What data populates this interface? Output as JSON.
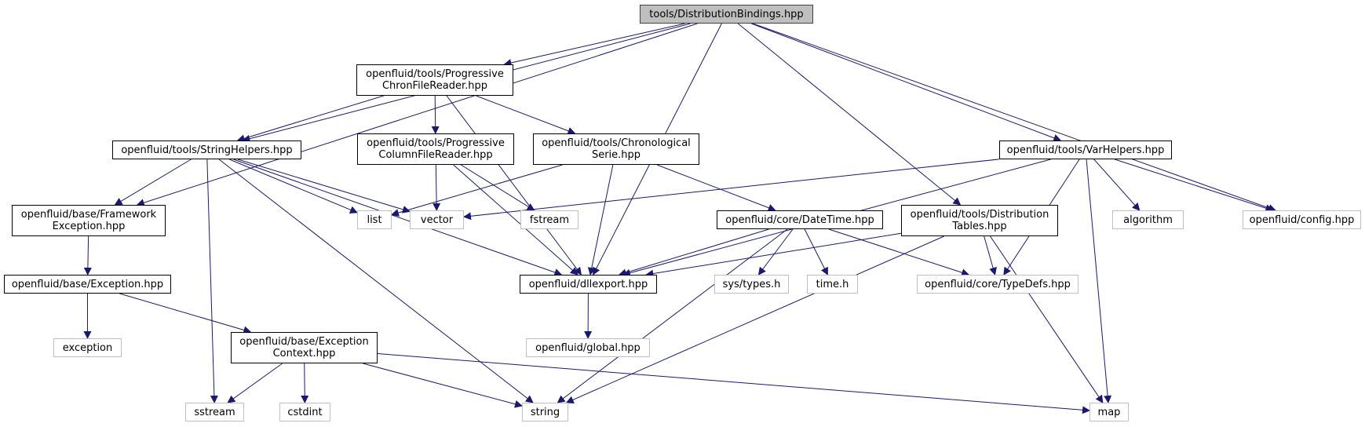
{
  "diagram": {
    "nodes": {
      "root": "tools/DistributionBindings.hpp",
      "progChron": "openfluid/tools/Progressive\nChronFileReader.hpp",
      "stringHelpers": "openfluid/tools/StringHelpers.hpp",
      "progColumn": "openfluid/tools/Progressive\nColumnFileReader.hpp",
      "chronSerie": "openfluid/tools/Chronological\nSerie.hpp",
      "varHelpers": "openfluid/tools/VarHelpers.hpp",
      "frameworkExc": "openfluid/base/Framework\nException.hpp",
      "list": "list",
      "vector": "vector",
      "fstream": "fstream",
      "dateTime": "openfluid/core/DateTime.hpp",
      "distTables": "openfluid/tools/Distribution\nTables.hpp",
      "algorithm": "algorithm",
      "config": "openfluid/config.hpp",
      "exception": "openfluid/base/Exception.hpp",
      "dllexport": "openfluid/dllexport.hpp",
      "sysTypes": "sys/types.h",
      "timeH": "time.h",
      "typeDefs": "openfluid/core/TypeDefs.hpp",
      "stdException": "exception",
      "excContext": "openfluid/base/Exception\nContext.hpp",
      "global": "openfluid/global.hpp",
      "sstream": "sstream",
      "cstdint": "cstdint",
      "string": "string",
      "map": "map"
    },
    "edges": [
      [
        "root",
        "progChron"
      ],
      [
        "root",
        "stringHelpers"
      ],
      [
        "root",
        "frameworkExc"
      ],
      [
        "root",
        "dllexport"
      ],
      [
        "root",
        "distTables"
      ],
      [
        "root",
        "varHelpers"
      ],
      [
        "root",
        "config"
      ],
      [
        "progChron",
        "stringHelpers"
      ],
      [
        "progChron",
        "progColumn"
      ],
      [
        "progChron",
        "chronSerie"
      ],
      [
        "progChron",
        "dllexport"
      ],
      [
        "stringHelpers",
        "frameworkExc"
      ],
      [
        "stringHelpers",
        "list"
      ],
      [
        "stringHelpers",
        "vector"
      ],
      [
        "stringHelpers",
        "dllexport"
      ],
      [
        "stringHelpers",
        "sstream"
      ],
      [
        "stringHelpers",
        "string"
      ],
      [
        "progColumn",
        "vector"
      ],
      [
        "progColumn",
        "fstream"
      ],
      [
        "progColumn",
        "dllexport"
      ],
      [
        "chronSerie",
        "list"
      ],
      [
        "chronSerie",
        "dateTime"
      ],
      [
        "chronSerie",
        "dllexport"
      ],
      [
        "varHelpers",
        "vector"
      ],
      [
        "varHelpers",
        "dllexport"
      ],
      [
        "varHelpers",
        "algorithm"
      ],
      [
        "varHelpers",
        "config"
      ],
      [
        "varHelpers",
        "typeDefs"
      ],
      [
        "varHelpers",
        "map"
      ],
      [
        "frameworkExc",
        "exception"
      ],
      [
        "dateTime",
        "dllexport"
      ],
      [
        "dateTime",
        "sysTypes"
      ],
      [
        "dateTime",
        "timeH"
      ],
      [
        "dateTime",
        "typeDefs"
      ],
      [
        "dateTime",
        "string"
      ],
      [
        "distTables",
        "dllexport"
      ],
      [
        "distTables",
        "typeDefs"
      ],
      [
        "distTables",
        "string"
      ],
      [
        "distTables",
        "map"
      ],
      [
        "exception",
        "stdException"
      ],
      [
        "exception",
        "excContext"
      ],
      [
        "dllexport",
        "global"
      ],
      [
        "excContext",
        "sstream"
      ],
      [
        "excContext",
        "cstdint"
      ],
      [
        "excContext",
        "string"
      ],
      [
        "excContext",
        "map"
      ]
    ]
  }
}
